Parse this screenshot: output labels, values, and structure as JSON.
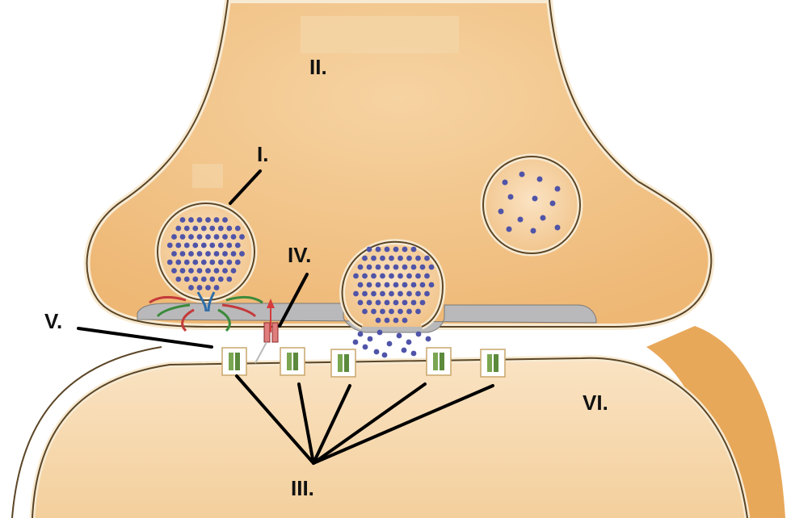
{
  "labels": {
    "I": "I.",
    "II": "II.",
    "III": "III.",
    "IV": "IV.",
    "V": "V.",
    "VI": "VI."
  },
  "colors": {
    "terminal_fill": "#f2c890",
    "terminal_outline": "#5b4526",
    "membrane": "#f7ead2",
    "postsynaptic_fill": "#f6d8ad",
    "postsynaptic_shadow": "#e3a552",
    "active_zone": "#b9b9bb",
    "vesicle_dots": "#4f54a8",
    "receptor_green": "#7aa651",
    "channel_red": "#e07d7d",
    "leader_line": "#000000"
  }
}
